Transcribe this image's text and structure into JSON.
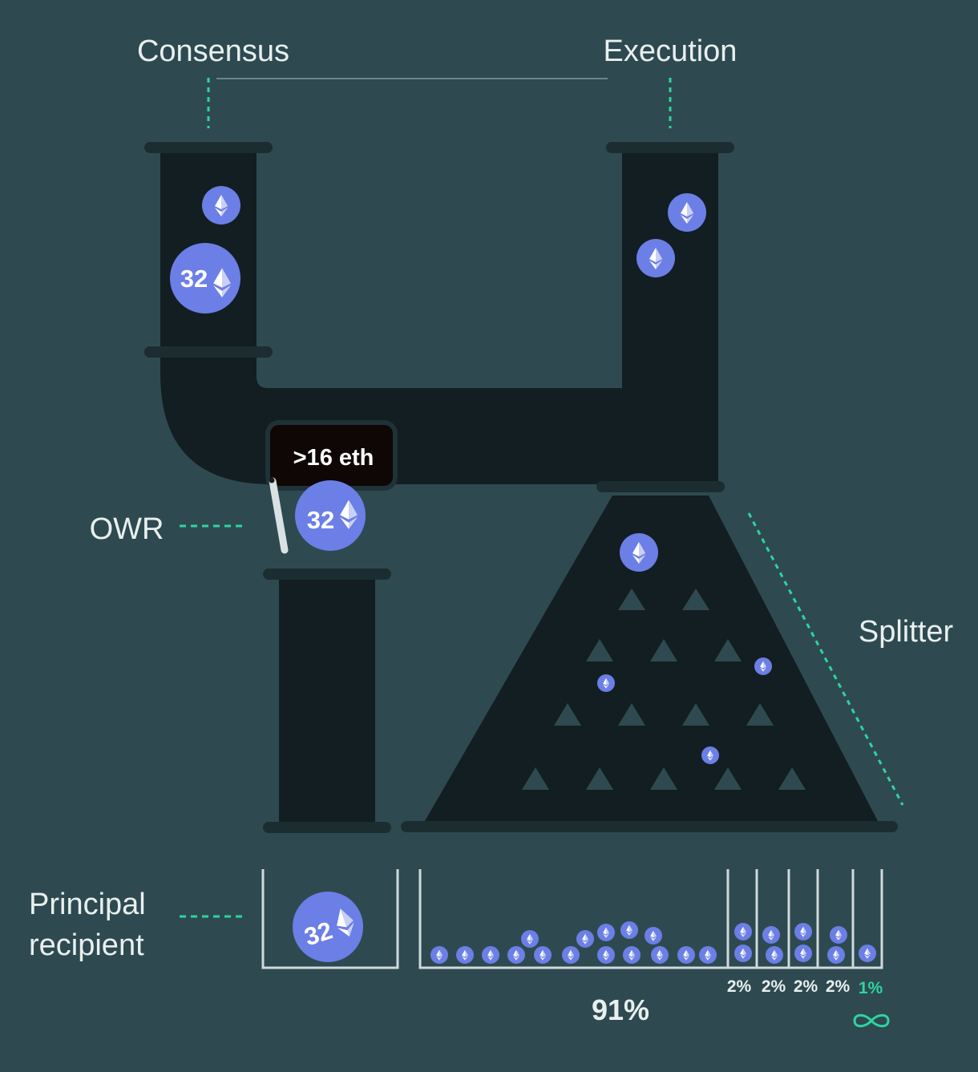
{
  "labels": {
    "consensus": "Consensus",
    "execution": "Execution",
    "owr": "OWR",
    "splitter": "Splitter",
    "principal_line1": "Principal",
    "principal_line2": "recipient"
  },
  "gate": {
    "text": ">16 eth"
  },
  "coins": {
    "principal_value": "32"
  },
  "distribution": {
    "main_share": "91%",
    "shares": [
      "2%",
      "2%",
      "2%",
      "2%",
      "1%"
    ],
    "obol_share_color": "#2fd4a0"
  },
  "colors": {
    "background": "#2e4a50",
    "pipe": "#131e22",
    "rim": "#1c2d32",
    "coin": "#6b7fe6",
    "accent_dashes": "#2fd4a0",
    "gate_box": "#0f0606"
  }
}
